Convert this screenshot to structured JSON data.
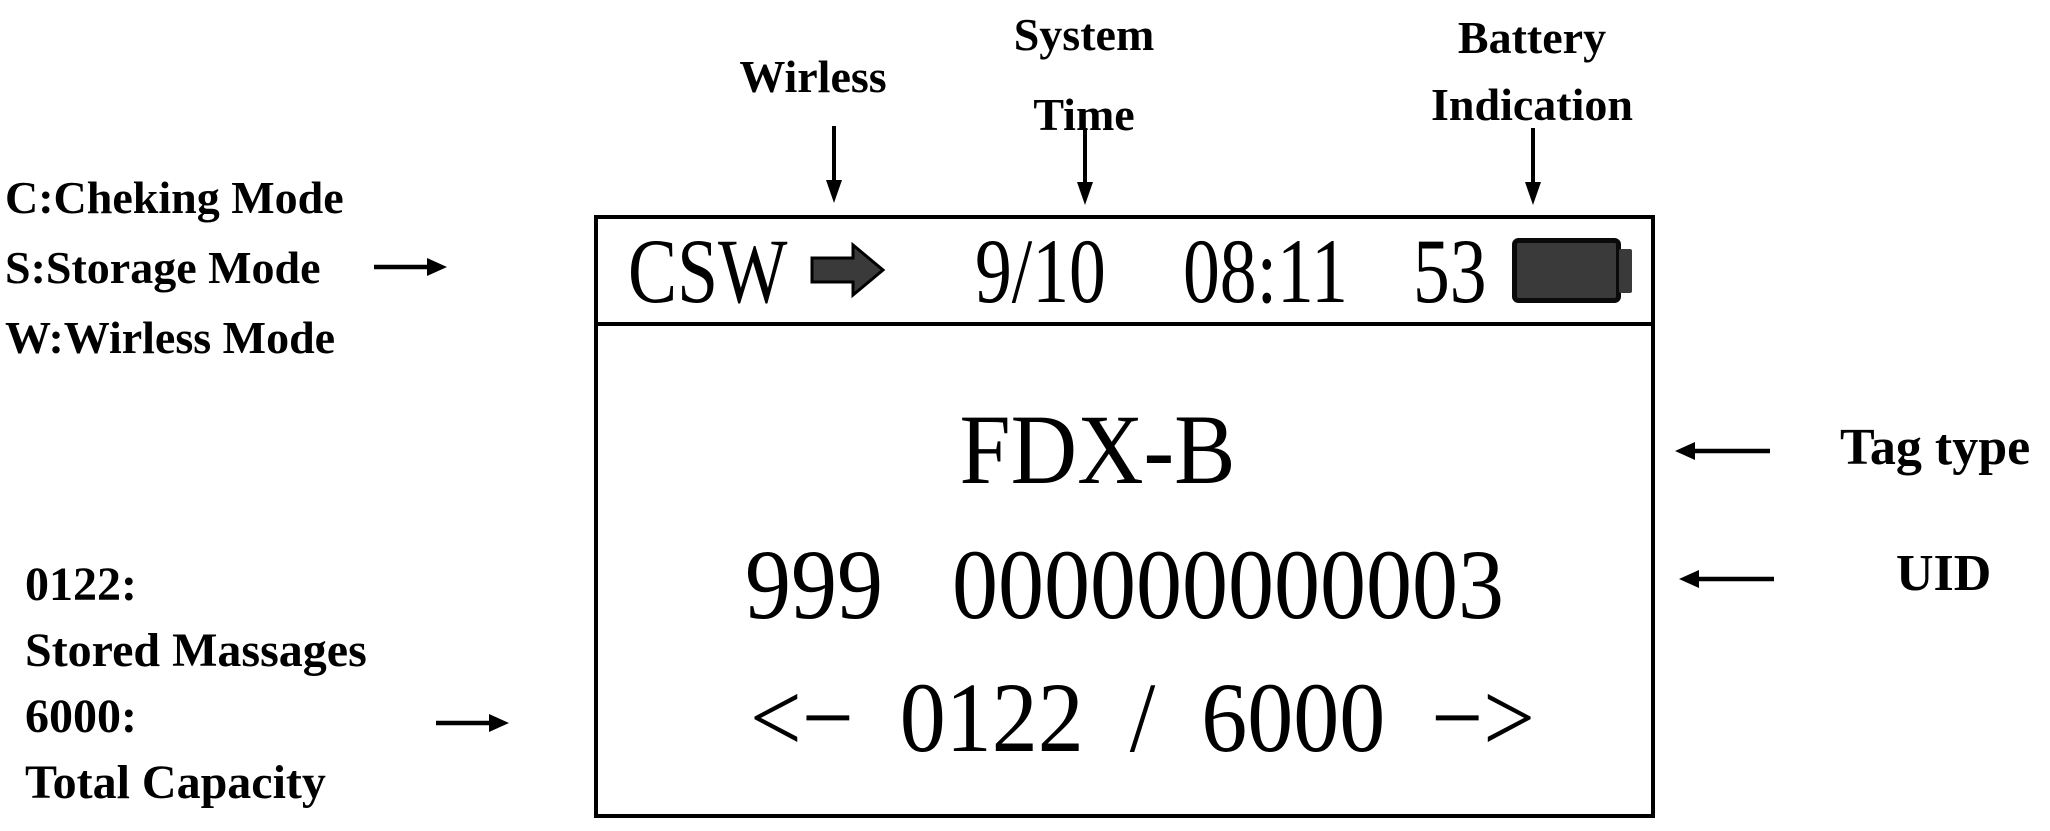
{
  "colors": {
    "ink": "#000000",
    "fill_dark": "#3a3a3a",
    "background": "#ffffff"
  },
  "callouts": {
    "wireless": "Wirless",
    "system_time_line1": "System",
    "system_time_line2": "Time",
    "battery_line1": "Battery",
    "battery_line2": "Indication",
    "mode_line1": "C:Cheking Mode",
    "mode_line2": "S:Storage Mode",
    "mode_line3": "W:Wirless Mode",
    "messages_value": "0122:",
    "messages_label": "Stored Massages",
    "capacity_value": "6000:",
    "capacity_label": "Total Capacity",
    "tag_type": "Tag type",
    "uid": "UID"
  },
  "display": {
    "status_bar": {
      "mode_flags": "CSW",
      "date": "9/10",
      "time": "08:11",
      "battery_percent": "53"
    },
    "tag_type": "FDX-B",
    "uid": "999   000000000003",
    "pager": {
      "prev": "<−",
      "stored": "0122",
      "separator": "/",
      "total": "6000",
      "next": "−>"
    }
  }
}
